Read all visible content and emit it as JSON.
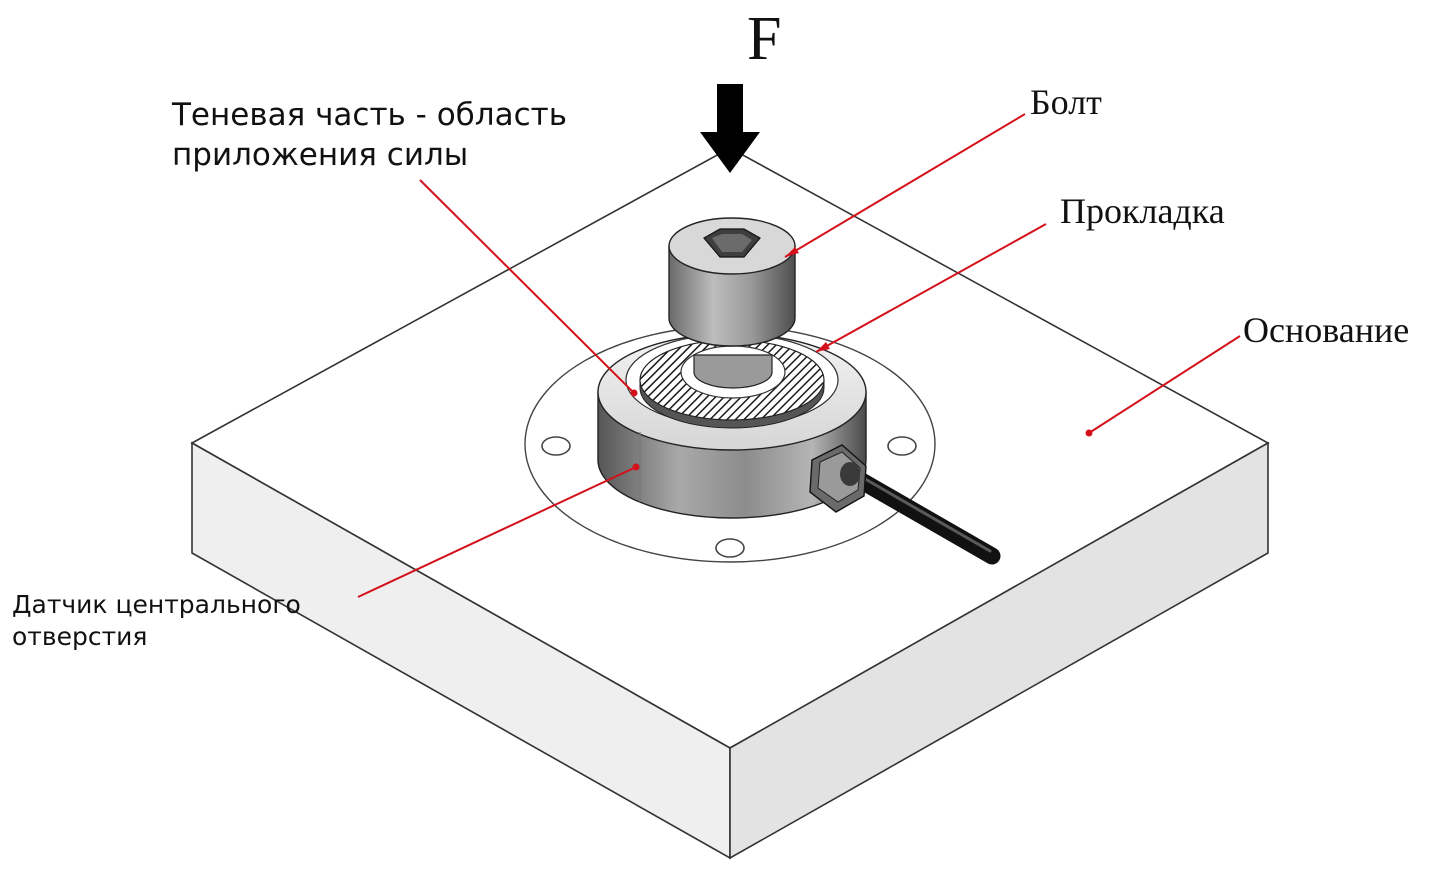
{
  "labels": {
    "force": "F",
    "shadow_area": [
      "Теневая часть - область",
      "приложения силы"
    ],
    "bolt": "Болт",
    "washer": "Прокладка",
    "base": "Основание",
    "sensor": [
      "Датчик центрального",
      "отверстия"
    ]
  },
  "colors": {
    "leader_line": "#d4111b",
    "outline": "#222222",
    "base_top": "#ffffff",
    "base_side_left": "#eeeeee",
    "base_side_right": "#e2e2e2",
    "metal": "#8a8a8a"
  }
}
